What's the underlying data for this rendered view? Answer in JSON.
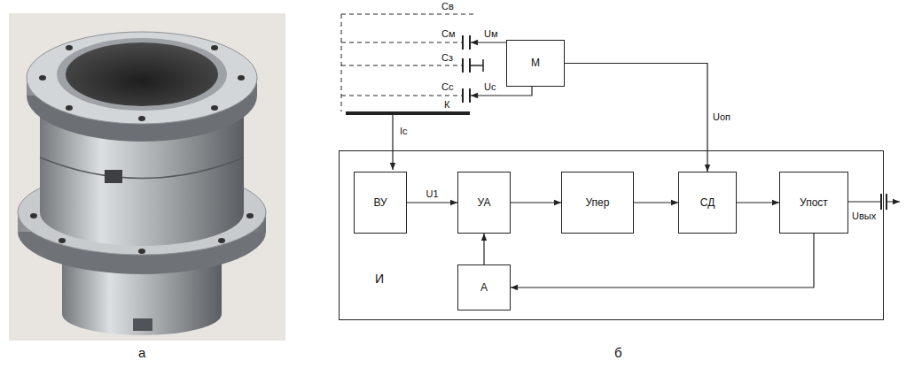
{
  "diagram": {
    "nodes": [
      {
        "text": [
          "М"
        ]
      },
      {
        "text": [
          "И"
        ]
      },
      {
        "text": [
          "ВУ"
        ],
        "in": 1
      },
      {
        "text": [
          "УА"
        ],
        "in": 1
      },
      {
        "text": [
          "Упер"
        ],
        "in": 1
      },
      {
        "text": [
          "СД"
        ],
        "in": 1
      },
      {
        "text": [
          "Упост"
        ],
        "in": 1
      },
      {
        "text": [
          "А"
        ],
        "in": 1
      }
    ],
    "edges": [
      {
        "from": 2,
        "to": 3,
        "label": "U1",
        "arrow": "to"
      },
      {
        "from": 3,
        "to": 4,
        "arrow": "to"
      },
      {
        "from": 4,
        "to": 5,
        "arrow": "to"
      },
      {
        "from": 5,
        "to": 6,
        "arrow": "to"
      },
      {
        "from": 6,
        "to": 7,
        "arrow": "to"
      },
      {
        "from": 7,
        "to": 3,
        "arrow": "to"
      },
      {
        "from": 0,
        "to": 5,
        "label": "Uоп",
        "arrow": "to"
      }
    ],
    "labels": [
      "Св",
      "См",
      "Сз",
      "Сс",
      "К",
      "Uм",
      "Uc",
      "Ic",
      "Uвых",
      "а",
      "б"
    ]
  }
}
